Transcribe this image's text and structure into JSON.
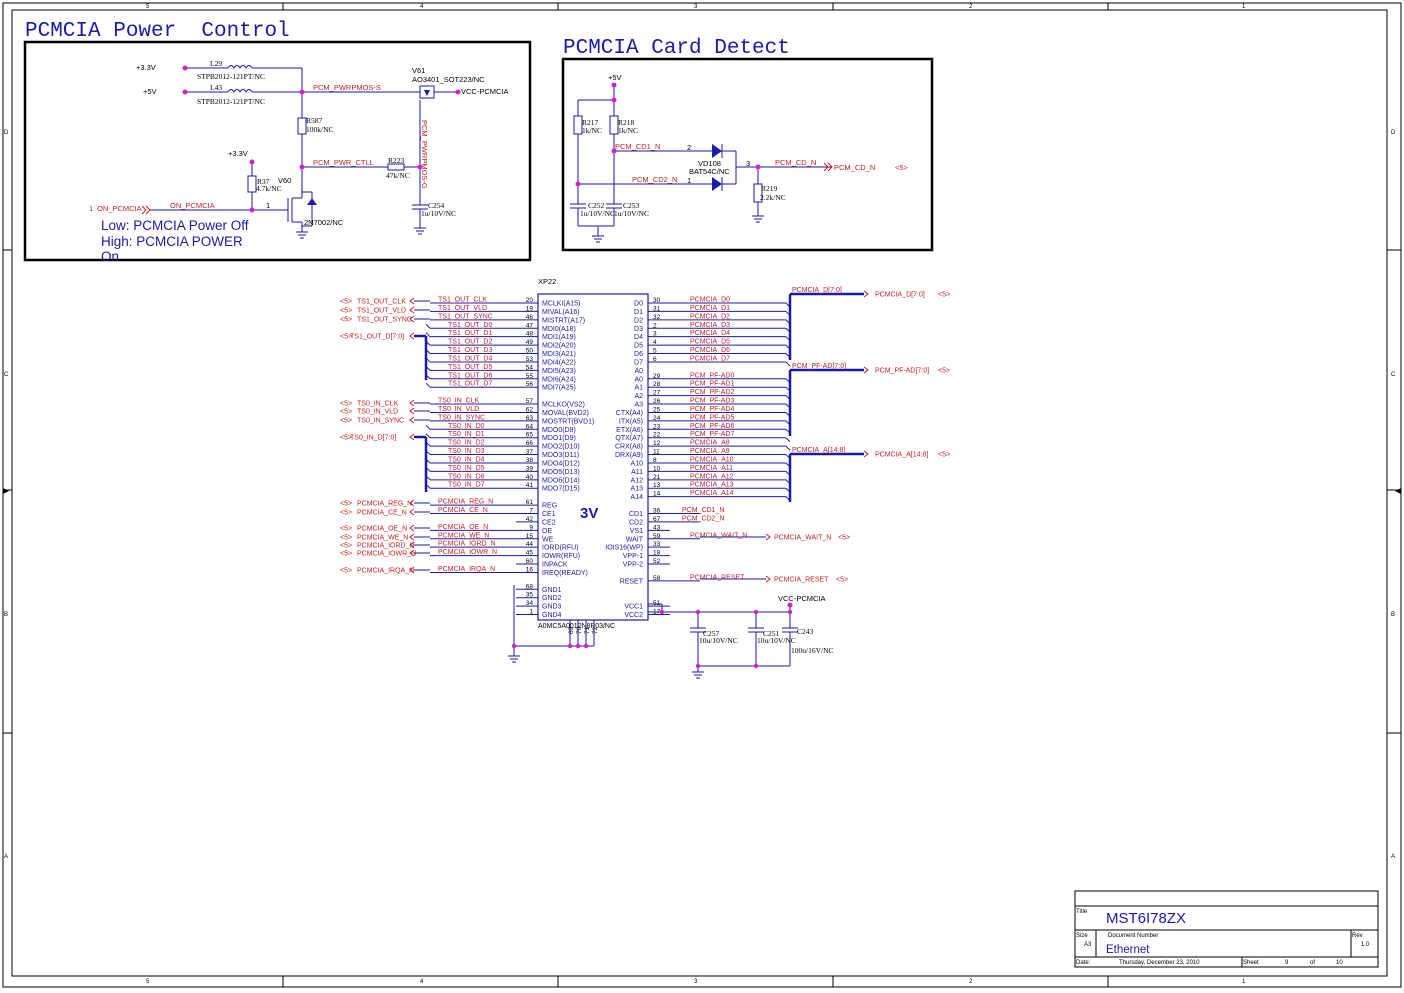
{
  "frame": {
    "columns_top": [
      "5",
      "4",
      "3",
      "2",
      "1"
    ],
    "columns_bottom": [
      "5",
      "4",
      "3",
      "2",
      "1"
    ],
    "rows_left": [
      "D",
      "C",
      "B",
      "A"
    ],
    "rows_right": [
      "D",
      "C",
      "B",
      "A"
    ]
  },
  "power_control": {
    "title": "PCMCIA Power  Control",
    "rail_33": "+3.3V",
    "rail_5": "+5V",
    "l29_ref": "L29",
    "l29_val": "STPB2012-121PT/NC",
    "l43_ref": "L43",
    "l43_val": "STPB2012-121PT/NC",
    "net_pwrpmos_s": "PCM_PWRPMOS-S",
    "v61_ref": "V61",
    "v61_val": "AO3401_SOT223/NC",
    "vcc_pcmcia": "VCC-PCMCIA",
    "net_pwrpmos_g": "PCM_PWRPMOS-G",
    "r587_ref": "R587",
    "r587_val": "100k/NC",
    "rail_33b": "+3.3V",
    "net_pwr_ctll": "PCM_PWR_CTLL",
    "r223_ref": "R223",
    "r223_val": "47k/NC",
    "r37_ref": "R37",
    "r37_val": "4.7k/NC",
    "v60_ref": "V60",
    "v60_val": "2N7002/NC",
    "c254_ref": "C254",
    "c254_val": "1u/10V/NC",
    "in_pin": "1",
    "in_port": "ON_PCMCIA",
    "in_net": "ON_PCMCIA",
    "note1": "Low:  PCMCIA Power Off",
    "note2": "High:  PCMCIA POWER",
    "note3": "On"
  },
  "card_detect": {
    "title": "PCMCIA Card Detect",
    "rail_5": "+5V",
    "r217_ref": "R217",
    "r217_val": "1k/NC",
    "r218_ref": "R218",
    "r218_val": "1k/NC",
    "net_cd1": "PCM_CD1_N",
    "net_cd2": "PCM_CD2_N",
    "vd108_ref": "VD108",
    "vd108_val": "BAT54C/NC",
    "net_cd": "PCM_CD_N",
    "out_port": "PCM_CD_N",
    "out_sheet": "<5>",
    "r219_ref": "R219",
    "r219_val": "2.2k/NC",
    "c252_ref": "C252",
    "c252_val": "1u/10V/NC",
    "c253_ref": "C253",
    "c253_val": "1u/10V/NC",
    "pin2": "2",
    "pin1": "1",
    "pin3": "3"
  },
  "connector": {
    "ref": "XP22",
    "part": "A0MC5A0012N8P03/NC",
    "voltage": "3V",
    "left_pins": [
      {
        "num": "20",
        "name": "MCLKI(A15)",
        "net": "TS1_OUT_CLK"
      },
      {
        "num": "19",
        "name": "MIVAL(A16)",
        "net": "TS1_OUT_VLD"
      },
      {
        "num": "46",
        "name": "MISTRT(A17)",
        "net": "TS1_OUT_SYNC"
      },
      {
        "num": "47",
        "name": "MDI0(A18)",
        "net": "TS1_OUT_D0"
      },
      {
        "num": "48",
        "name": "MDI1(A19)",
        "net": "TS1_OUT_D1"
      },
      {
        "num": "49",
        "name": "MDI2(A20)",
        "net": "TS1_OUT_D2"
      },
      {
        "num": "50",
        "name": "MDI3(A21)",
        "net": "TS1_OUT_D3"
      },
      {
        "num": "53",
        "name": "MDI4(A22)",
        "net": "TS1_OUT_D4"
      },
      {
        "num": "54",
        "name": "MDI5(A23)",
        "net": "TS1_OUT_D5"
      },
      {
        "num": "55",
        "name": "MDI6(A24)",
        "net": "TS1_OUT_D6"
      },
      {
        "num": "56",
        "name": "MDI7(A25)",
        "net": "TS1_OUT_D7"
      },
      {
        "num": "",
        "name": "",
        "net": ""
      },
      {
        "num": "57",
        "name": "MCLKO(VS2)",
        "net": "TS0_IN_CLK"
      },
      {
        "num": "62",
        "name": "MOVAL(BVD2)",
        "net": "TS0_IN_VLD"
      },
      {
        "num": "63",
        "name": "MOSTRT(BVD1)",
        "net": "TS0_IN_SYNC"
      },
      {
        "num": "64",
        "name": "MDO0(D8)",
        "net": "TS0_IN_D0"
      },
      {
        "num": "65",
        "name": "MDO1(D9)",
        "net": "TS0_IN_D1"
      },
      {
        "num": "66",
        "name": "MDO2(D10)",
        "net": "TS0_IN_D2"
      },
      {
        "num": "37",
        "name": "MDO3(D11)",
        "net": "TS0_IN_D3"
      },
      {
        "num": "38",
        "name": "MDO4(D12)",
        "net": "TS0_IN_D4"
      },
      {
        "num": "39",
        "name": "MDO5(D13)",
        "net": "TS0_IN_D5"
      },
      {
        "num": "40",
        "name": "MDO6(D14)",
        "net": "TS0_IN_D6"
      },
      {
        "num": "41",
        "name": "MDO7(D15)",
        "net": "TS0_IN_D7"
      },
      {
        "num": "",
        "name": "",
        "net": ""
      },
      {
        "num": "61",
        "name": "REG",
        "net": "PCMCIA_REG_N"
      },
      {
        "num": "7",
        "name": "CE1",
        "net": "PCMCIA_CE_N"
      },
      {
        "num": "42",
        "name": "CE2",
        "net": ""
      },
      {
        "num": "9",
        "name": "OE",
        "net": "PCMCIA_OE_N"
      },
      {
        "num": "15",
        "name": "WE",
        "net": "PCMCIA_WE_N"
      },
      {
        "num": "44",
        "name": "IORD(RFU)",
        "net": "PCMCIA_IORD_N"
      },
      {
        "num": "45",
        "name": "IOWR(RFU)",
        "net": "PCMCIA_IOWR_N"
      },
      {
        "num": "60",
        "name": "INPACK",
        "net": ""
      },
      {
        "num": "16",
        "name": "IREQ(READY)",
        "net": "PCMCIA_IRQA_N"
      },
      {
        "num": "",
        "name": "",
        "net": ""
      },
      {
        "num": "68",
        "name": "GND1",
        "net": ""
      },
      {
        "num": "35",
        "name": "GND2",
        "net": ""
      },
      {
        "num": "34",
        "name": "GND3",
        "net": ""
      },
      {
        "num": "1",
        "name": "GND4",
        "net": ""
      }
    ],
    "right_pins": [
      {
        "num": "30",
        "name": "D0",
        "net": "PCMCIA_D0"
      },
      {
        "num": "31",
        "name": "D1",
        "net": "PCMCIA_D1"
      },
      {
        "num": "32",
        "name": "D2",
        "net": "PCMCIA_D2"
      },
      {
        "num": "2",
        "name": "D3",
        "net": "PCMCIA_D3"
      },
      {
        "num": "3",
        "name": "D4",
        "net": "PCMCIA_D4"
      },
      {
        "num": "4",
        "name": "D5",
        "net": "PCMCIA_D5"
      },
      {
        "num": "5",
        "name": "D6",
        "net": "PCMCIA_D6"
      },
      {
        "num": "6",
        "name": "D7",
        "net": "PCMCIA_D7"
      },
      {
        "num": "",
        "name": "A0",
        "net": ""
      },
      {
        "num": "29",
        "name": "A0",
        "net": "PCM_PF-AD0"
      },
      {
        "num": "28",
        "name": "A1",
        "net": "PCM_PF-AD1"
      },
      {
        "num": "27",
        "name": "A2",
        "net": "PCM_PF-AD2"
      },
      {
        "num": "26",
        "name": "A3",
        "net": "PCM_PF-AD3"
      },
      {
        "num": "25",
        "name": "CTX(A4)",
        "net": "PCM_PF-AD4"
      },
      {
        "num": "24",
        "name": "ITX(A5)",
        "net": "PCM_PF-AD5"
      },
      {
        "num": "23",
        "name": "ETX(A6)",
        "net": "PCM_PF-AD6"
      },
      {
        "num": "22",
        "name": "QTX(A7)",
        "net": "PCM_PF-AD7"
      },
      {
        "num": "12",
        "name": "CRX(A8)",
        "net": "PCMCIA_A8"
      },
      {
        "num": "11",
        "name": "DRX(A9)",
        "net": "PCMCIA_A9"
      },
      {
        "num": "8",
        "name": "A10",
        "net": "PCMCIA_A10"
      },
      {
        "num": "10",
        "name": "A11",
        "net": "PCMCIA_A11"
      },
      {
        "num": "21",
        "name": "A12",
        "net": "PCMCIA_A12"
      },
      {
        "num": "13",
        "name": "A13",
        "net": "PCMCIA_A13"
      },
      {
        "num": "14",
        "name": "A14",
        "net": "PCMCIA_A14"
      },
      {
        "num": "",
        "name": "",
        "net": ""
      },
      {
        "num": "36",
        "name": "CD1",
        "net": "PCM_CD1_N"
      },
      {
        "num": "67",
        "name": "CD2",
        "net": "PCM_CD2_N"
      },
      {
        "num": "43",
        "name": "VS1",
        "net": ""
      },
      {
        "num": "59",
        "name": "WAIT",
        "net": "PCMCIA_WAIT_N"
      },
      {
        "num": "33",
        "name": "IOIS16(WP)",
        "net": ""
      },
      {
        "num": "18",
        "name": "VPP-1",
        "net": ""
      },
      {
        "num": "52",
        "name": "VPP-2",
        "net": ""
      },
      {
        "num": "",
        "name": "",
        "net": ""
      },
      {
        "num": "58",
        "name": "RESET",
        "net": "PCMCIA_RESET"
      },
      {
        "num": "",
        "name": "",
        "net": ""
      },
      {
        "num": "",
        "name": "",
        "net": ""
      },
      {
        "num": "51",
        "name": "VCC1",
        "net": ""
      },
      {
        "num": "17",
        "name": "VCC2",
        "net": ""
      }
    ],
    "bottom_pins": [
      "69",
      "70",
      "71",
      "72"
    ]
  },
  "ports_left": [
    {
      "sheet": "<5>",
      "name": "TS1_OUT_CLK"
    },
    {
      "sheet": "<5>",
      "name": "TS1_OUT_VLD"
    },
    {
      "sheet": "<5>",
      "name": "TS1_OUT_SYNC"
    },
    {
      "sheet": "<5>",
      "name": "TS1_OUT_D[7:0]"
    },
    {
      "sheet": "<5>",
      "name": "TS0_IN_CLK"
    },
    {
      "sheet": "<5>",
      "name": "TS0_IN_VLD"
    },
    {
      "sheet": "<5>",
      "name": "TS0_IN_SYNC"
    },
    {
      "sheet": "<5>",
      "name": "TS0_IN_D[7:0]"
    },
    {
      "sheet": "<5>",
      "name": "PCMCIA_REG_N"
    },
    {
      "sheet": "<5>",
      "name": "PCMCIA_CE_N"
    },
    {
      "sheet": "<5>",
      "name": "PCMCIA_OE_N"
    },
    {
      "sheet": "<5>",
      "name": "PCMCIA_WE_N"
    },
    {
      "sheet": "<5>",
      "name": "PCMCIA_IORD_N"
    },
    {
      "sheet": "<5>",
      "name": "PCMCIA_IOWR_N"
    },
    {
      "sheet": "<5>",
      "name": "PCMCIA_IRQA_N"
    }
  ],
  "ports_right": [
    {
      "bus": "PCMCIA_D[7:0]",
      "name": "PCMCIA_D[7:0]",
      "sheet": "<5>"
    },
    {
      "bus": "PCM_PF-AD[7:0]",
      "name": "PCM_PF-AD[7:0]",
      "sheet": "<5>"
    },
    {
      "bus": "PCMCIA_A[14:8]",
      "name": "PCMCIA_A[14:8]",
      "sheet": "<5>"
    },
    {
      "bus": "",
      "name": "PCMCIA_WAIT_N",
      "sheet": "<5>"
    },
    {
      "bus": "",
      "name": "PCMCIA_RESET",
      "sheet": "<5>"
    }
  ],
  "vcc_caps": {
    "vcc": "VCC-PCMCIA",
    "c257_ref": "C257",
    "c257_val": "10u/10V/NC",
    "c251_ref": "C251",
    "c251_val": "10u/10V/NC",
    "c243_ref": "C243",
    "c243_val": "100n/16V/NC"
  },
  "title_block": {
    "title_label": "Title",
    "title": "MST6I78ZX",
    "size_label": "Size",
    "size": "A3",
    "docnum_label": "Document Number",
    "docnum": "Ethernet",
    "rev_label": "Rev",
    "rev": "1.0",
    "date_label": "Date:",
    "date": "Thursday, December 23, 2010",
    "sheet_label": "Sheet",
    "sheet": "9",
    "of_label": "of",
    "of": "10"
  }
}
